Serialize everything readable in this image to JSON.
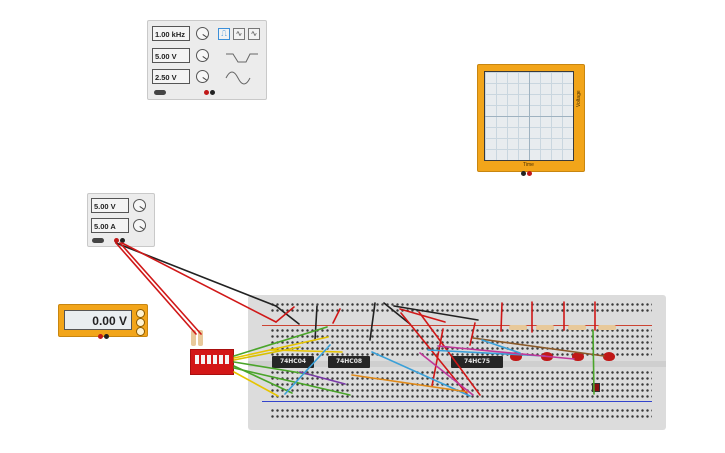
{
  "function_generator": {
    "frequency": "1.00 kHz",
    "amplitude": "5.00 V",
    "offset": "2.50 V"
  },
  "oscilloscope": {
    "x_label": "Time",
    "y_label": "Voltage"
  },
  "power_supply": {
    "voltage": "5.00 V",
    "current": "5.00 A"
  },
  "multimeter": {
    "reading": "0.00 V"
  },
  "chips": [
    {
      "label": "74HC04"
    },
    {
      "label": "74HC08"
    },
    {
      "label": "74HC75"
    }
  ],
  "colors": {
    "instrument_orange": "#f2a51a",
    "wire_red": "#d01818",
    "wire_black": "#222222",
    "dip_switch": "#d31717",
    "breadboard": "#dcdcdc"
  }
}
